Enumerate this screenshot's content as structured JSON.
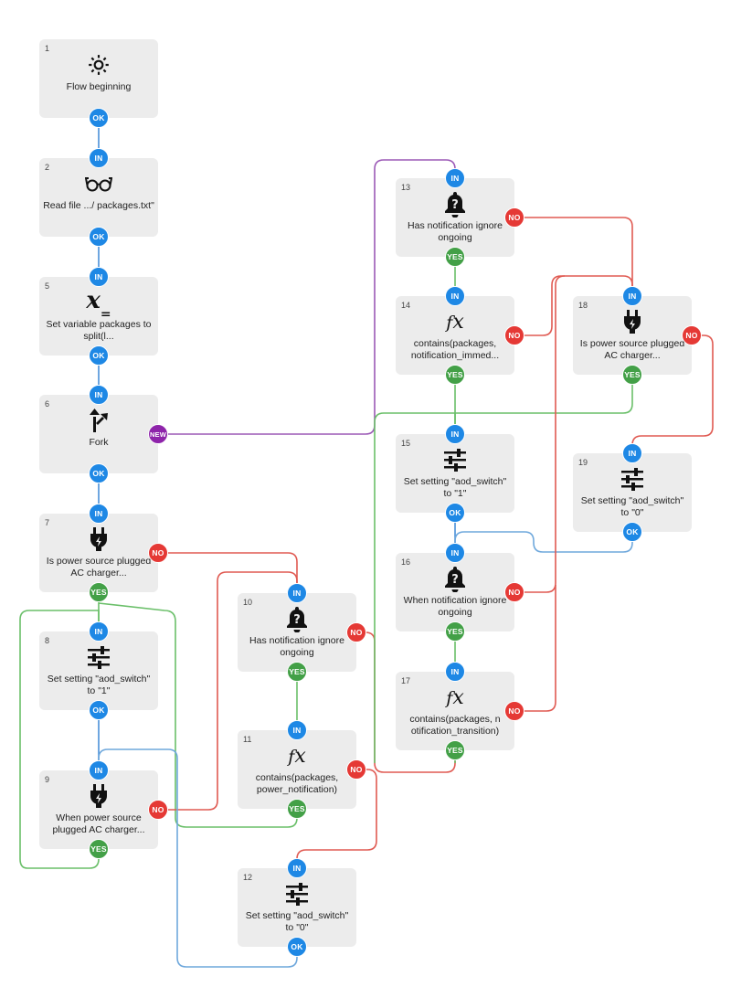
{
  "blocks": [
    {
      "id": "1",
      "number": "1",
      "label": "Flow beginning",
      "icon": "gear-icon"
    },
    {
      "id": "2",
      "number": "2",
      "label": "Read file .../ packages.txt\"",
      "icon": "glasses-icon"
    },
    {
      "id": "5",
      "number": "5",
      "label": "Set variable packages to split(l...",
      "icon": "variable-icon"
    },
    {
      "id": "6",
      "number": "6",
      "label": "Fork",
      "icon": "fork-icon"
    },
    {
      "id": "7",
      "number": "7",
      "label": "Is power source plugged AC charger...",
      "icon": "plug-icon"
    },
    {
      "id": "8",
      "number": "8",
      "label": "Set setting \"aod_switch\" to \"1\"",
      "icon": "sliders-icon"
    },
    {
      "id": "9",
      "number": "9",
      "label": "When power source plugged AC charger...",
      "icon": "plug-icon"
    },
    {
      "id": "10",
      "number": "10",
      "label": "Has notification ignore ongoing",
      "icon": "bell-question-icon"
    },
    {
      "id": "11",
      "number": "11",
      "label": "contains(packages, power_notification)",
      "icon": "function-icon"
    },
    {
      "id": "12",
      "number": "12",
      "label": "Set setting \"aod_switch\" to \"0\"",
      "icon": "sliders-icon"
    },
    {
      "id": "13",
      "number": "13",
      "label": "Has notification ignore ongoing",
      "icon": "bell-question-icon"
    },
    {
      "id": "14",
      "number": "14",
      "label": "contains(packages, notification_immed...",
      "icon": "function-icon"
    },
    {
      "id": "15",
      "number": "15",
      "label": "Set setting \"aod_switch\" to \"1\"",
      "icon": "sliders-icon"
    },
    {
      "id": "16",
      "number": "16",
      "label": "When notification ignore ongoing",
      "icon": "bell-question-icon"
    },
    {
      "id": "17",
      "number": "17",
      "label": "contains(packages, n otification_transition)",
      "icon": "function-icon"
    },
    {
      "id": "18",
      "number": "18",
      "label": "Is power source plugged AC charger...",
      "icon": "plug-icon"
    },
    {
      "id": "19",
      "number": "19",
      "label": "Set setting \"aod_switch\" to \"0\"",
      "icon": "sliders-icon"
    }
  ],
  "connectors": {
    "in": "IN",
    "ok": "OK",
    "yes": "YES",
    "no": "NO",
    "new": "NEW"
  },
  "colors": {
    "in": "#1e88e5",
    "ok": "#1e88e5",
    "yes": "#43a047",
    "no": "#e53935",
    "new": "#8e24aa",
    "block": "#ececec"
  },
  "connections": [
    {
      "from": "1",
      "port": "ok",
      "to": "2"
    },
    {
      "from": "2",
      "port": "ok",
      "to": "5"
    },
    {
      "from": "5",
      "port": "ok",
      "to": "6"
    },
    {
      "from": "6",
      "port": "ok",
      "to": "7"
    },
    {
      "from": "6",
      "port": "new",
      "to": "13"
    },
    {
      "from": "7",
      "port": "yes",
      "to": "8"
    },
    {
      "from": "7",
      "port": "no",
      "to": "10"
    },
    {
      "from": "8",
      "port": "ok",
      "to": "9"
    },
    {
      "from": "9",
      "port": "yes",
      "to": "8"
    },
    {
      "from": "9",
      "port": "no",
      "to": "10"
    },
    {
      "from": "10",
      "port": "yes",
      "to": "11"
    },
    {
      "from": "10",
      "port": "no",
      "to": "15"
    },
    {
      "from": "11",
      "port": "yes",
      "to": "8"
    },
    {
      "from": "11",
      "port": "no",
      "to": "12"
    },
    {
      "from": "12",
      "port": "ok",
      "to": "9"
    },
    {
      "from": "13",
      "port": "yes",
      "to": "14"
    },
    {
      "from": "13",
      "port": "no",
      "to": "18"
    },
    {
      "from": "14",
      "port": "yes",
      "to": "15"
    },
    {
      "from": "14",
      "port": "no",
      "to": "18"
    },
    {
      "from": "15",
      "port": "ok",
      "to": "16"
    },
    {
      "from": "16",
      "port": "yes",
      "to": "17"
    },
    {
      "from": "16",
      "port": "no",
      "to": "18"
    },
    {
      "from": "17",
      "port": "yes",
      "to": "15"
    },
    {
      "from": "17",
      "port": "no",
      "to": "18"
    },
    {
      "from": "18",
      "port": "yes",
      "to": "15"
    },
    {
      "from": "18",
      "port": "no",
      "to": "19"
    },
    {
      "from": "19",
      "port": "ok",
      "to": "16"
    }
  ]
}
